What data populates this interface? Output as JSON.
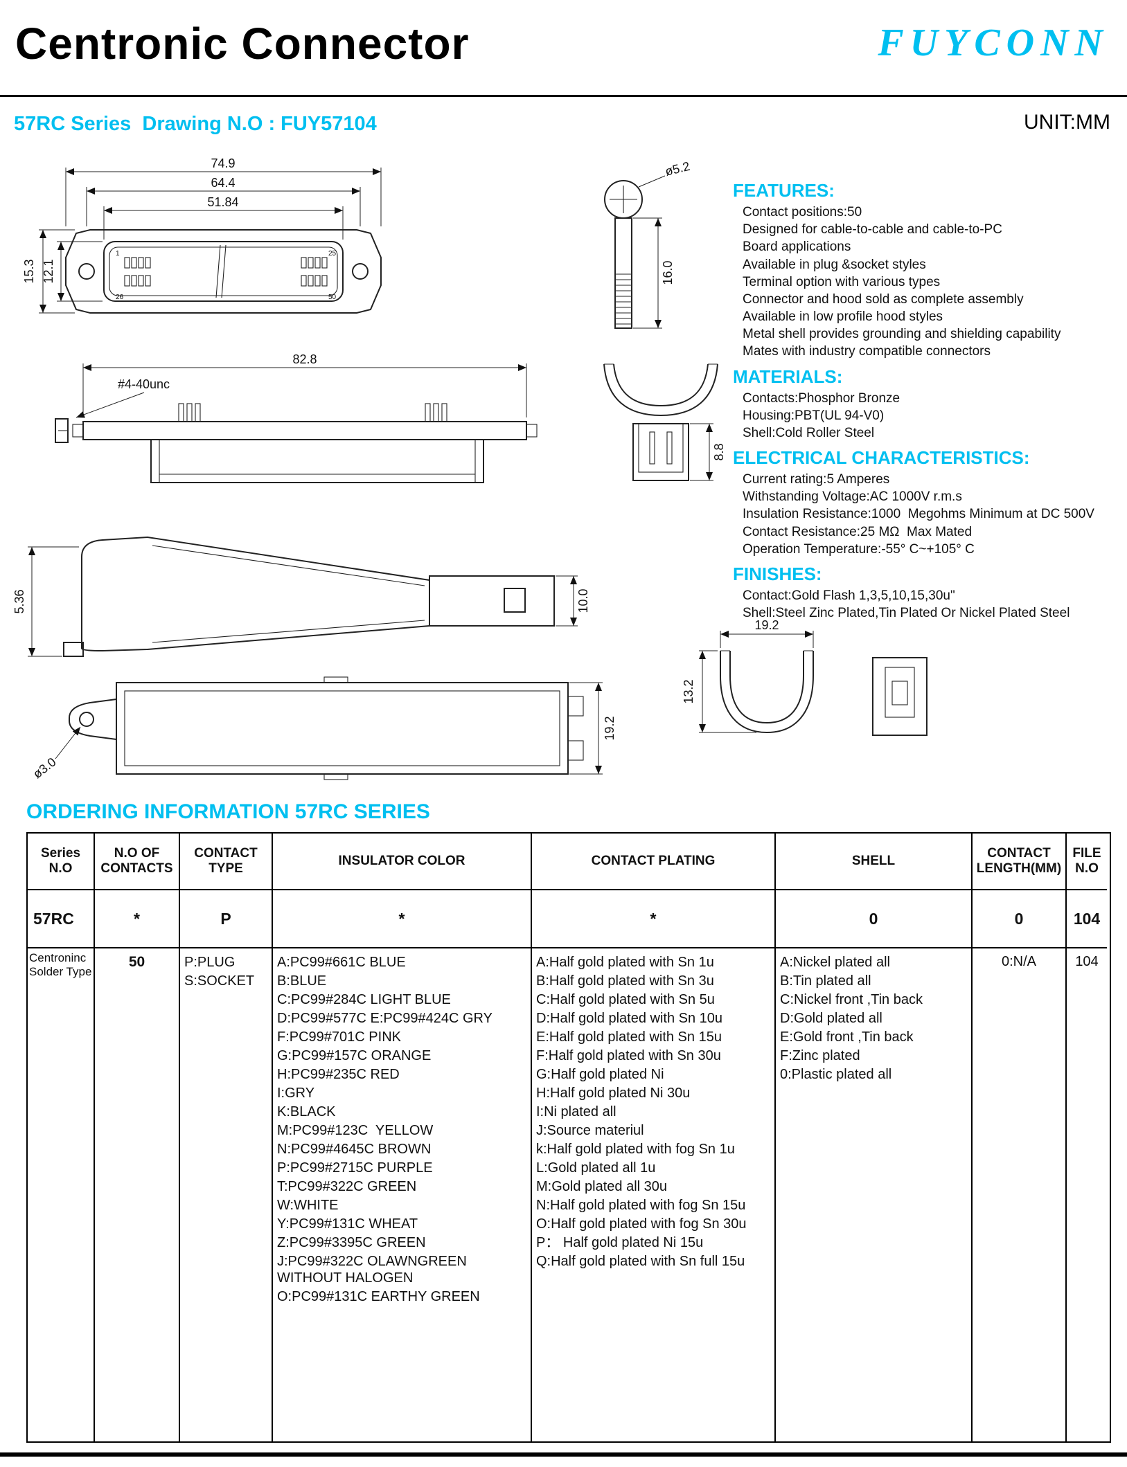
{
  "page": {
    "title": "Centronic Connector",
    "brand": "FUYCONN",
    "series_line": "57RC Series  Drawing N.O : FUY57104",
    "unit_label": "UNIT:MM",
    "accent_color": "#00bff0"
  },
  "drawings": {
    "front_view": {
      "overall_width": "74.9",
      "hole_pitch": "64.4",
      "insert_width": "51.84",
      "height": "15.3",
      "insert_height": "12.1",
      "pin1": "1",
      "pin25": "25",
      "pin26": "26",
      "pin50": "50"
    },
    "screw": {
      "diameter": "ø5.2",
      "length": "16.0"
    },
    "side_view": {
      "overall_length": "82.8",
      "thread": "#4-40unc"
    },
    "hood_end_view": {
      "depth": "8.8"
    },
    "hood_side_view": {
      "foot_height": "5.36",
      "port_height": "10.0"
    },
    "hood_bottom_view": {
      "hole_diameter": "ø3.0",
      "width": "19.2"
    },
    "clip_view": {
      "width": "19.2",
      "height": "13.2"
    }
  },
  "specs": {
    "features": {
      "heading": "FEATURES:",
      "items": [
        "Contact positions:50",
        "Designed for cable-to-cable and cable-to-PC",
        "Board applications",
        "Available in plug &socket styles",
        "Terminal option with various types",
        "Connector and hood sold as complete assembly",
        "Available in low profile hood styles",
        "Metal shell provides grounding and shielding capability",
        "Mates with industry compatible connectors"
      ]
    },
    "materials": {
      "heading": "MATERIALS:",
      "items": [
        "Contacts:Phosphor Bronze",
        "Housing:PBT(UL 94-V0)",
        "Shell:Cold Roller Steel"
      ]
    },
    "electrical": {
      "heading": "ELECTRICAL CHARACTERISTICS:",
      "items": [
        "Current rating:5 Amperes",
        "Withstanding Voltage:AC 1000V r.m.s",
        "Insulation Resistance:1000  Megohms Minimum at DC 500V",
        "Contact Resistance:25 MΩ  Max Mated",
        "Operation Temperature:-55° C~+105° C"
      ]
    },
    "finishes": {
      "heading": "FINISHES:",
      "items": [
        "Contact:Gold Flash 1,3,5,10,15,30u\"",
        "Shell:Steel Zinc Plated,Tin Plated Or Nickel Plated Steel"
      ]
    }
  },
  "ordering": {
    "heading": "ORDERING INFORMATION 57RC SERIES",
    "columns": [
      "Series\nN.O",
      "N.O OF\nCONTACTS",
      "CONTACT\nTYPE",
      "INSULATOR COLOR",
      "CONTACT PLATING",
      "SHELL",
      "CONTACT\nLENGTH(MM)",
      "FILE\nN.O"
    ],
    "code_row": [
      "57RC",
      "*",
      "P",
      "*",
      "*",
      "0",
      "0",
      "104"
    ],
    "detail_row": {
      "series": "Centroninc Solder Type",
      "contacts": "50",
      "contact_type": [
        "P:PLUG",
        "S:SOCKET"
      ],
      "insulator_color": [
        "A:PC99#661C BLUE",
        "B:BLUE",
        "C:PC99#284C LIGHT BLUE",
        "D:PC99#577C E:PC99#424C GRY",
        "F:PC99#701C PINK",
        "G:PC99#157C ORANGE",
        "H:PC99#235C RED",
        "I:GRY",
        "K:BLACK",
        "M:PC99#123C  YELLOW",
        "N:PC99#4645C BROWN",
        "P:PC99#2715C PURPLE",
        "T:PC99#322C GREEN",
        "W:WHITE",
        "Y:PC99#131C WHEAT",
        "Z:PC99#3395C GREEN",
        "J:PC99#322C OLAWNGREEN WITHOUT HALOGEN",
        "O:PC99#131C EARTHY GREEN"
      ],
      "contact_plating": [
        "A:Half gold plated with Sn 1u",
        "B:Half gold plated with Sn 3u",
        "C:Half gold plated with Sn 5u",
        "D:Half gold plated with Sn 10u",
        "E:Half gold plated with Sn 15u",
        "F:Half gold plated with Sn 30u",
        "G:Half gold plated Ni",
        "H:Half gold plated Ni 30u",
        "I:Ni plated all",
        "J:Source materiul",
        "k:Half gold plated with fog Sn 1u",
        "L:Gold plated all 1u",
        "M:Gold plated all 30u",
        "N:Half gold plated with fog Sn 15u",
        "O:Half gold plated with fog Sn 30u",
        "P： Half gold plated Ni 15u",
        "Q:Half gold plated with Sn full 15u"
      ],
      "shell": [
        "A:Nickel plated all",
        "B:Tin plated all",
        "C:Nickel front ,Tin back",
        "D:Gold plated all",
        "E:Gold front ,Tin back",
        "F:Zinc plated",
        "0:Plastic plated all"
      ],
      "contact_length": "0:N/A",
      "file_no": "104"
    }
  }
}
